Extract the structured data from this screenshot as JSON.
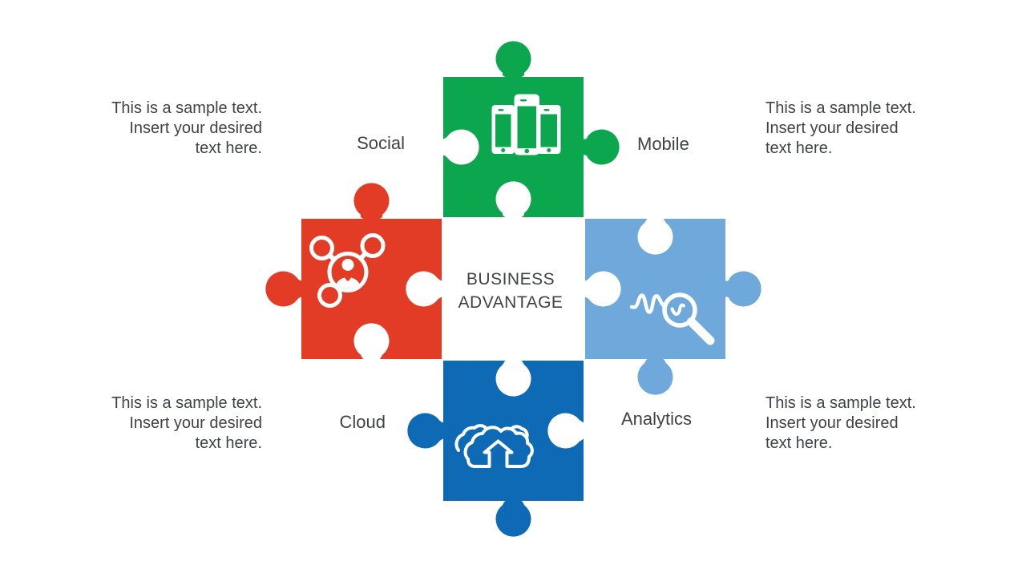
{
  "slide": {
    "title_line1": "BUSINESS",
    "title_line2": "ADVANTAGE",
    "sample_text_lines": [
      "This is a sample text.",
      "Insert your desired",
      "text here."
    ]
  },
  "pieces": [
    {
      "label": "Mobile",
      "color": "#0ba64e",
      "icon": "smartphones-icon"
    },
    {
      "label": "Social",
      "color": "#e23b26",
      "icon": "social-network-icon"
    },
    {
      "label": "Analytics",
      "color": "#6fa9dc",
      "icon": "analytics-search-icon"
    },
    {
      "label": "Cloud",
      "color": "#0e6ab4",
      "icon": "cloud-upload-icon"
    }
  ],
  "text_color": "#3f4346",
  "background": "#ffffff"
}
